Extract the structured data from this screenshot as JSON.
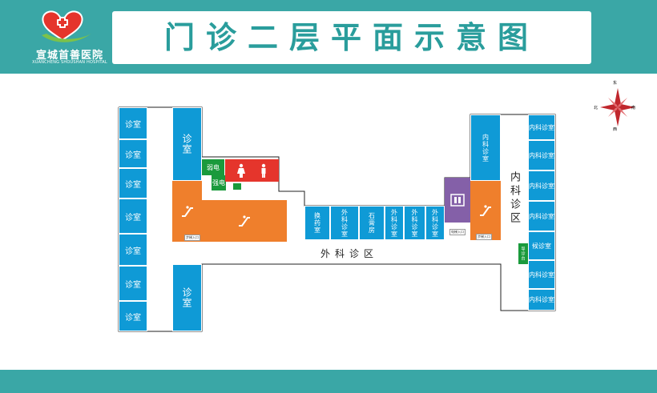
{
  "header": {
    "title": "门诊二层平面示意图",
    "logo_name": "宣城首善医院",
    "logo_sub": "XUANCHENG SHOUSHAN HOSPITAL"
  },
  "compass": {
    "n": "东",
    "w": "北",
    "e": "南",
    "s": "西"
  },
  "rooms": {
    "left_col": [
      "诊室",
      "诊室",
      "诊室",
      "诊室",
      "诊室",
      "诊室",
      "诊室"
    ],
    "left_big_top": "诊室",
    "left_big_bottom": "诊室",
    "weak_power": "弱电",
    "strong_power": "强电",
    "stairs_entrance_left": "步梯入口",
    "center_rooms": [
      "换药室",
      "外科诊室",
      "石膏房",
      "外科诊室",
      "外科诊室",
      "外科诊室"
    ],
    "elevator_entrance": "电梯入口",
    "stairs_entrance_right": "步梯入口",
    "right_internal_tall": "内科诊室",
    "right_col": [
      "内科诊室",
      "内科诊室",
      "内科诊室",
      "内科诊室",
      "候诊室",
      "内科诊室",
      "内科诊室"
    ],
    "waiting_desk": "导诊台"
  },
  "labels": {
    "surgery_zone": "外科诊区",
    "internal_zone": "内科诊区"
  },
  "colors": {
    "teal": "#3aa7a6",
    "room_blue": "#0f9ad6",
    "orange": "#ef7f2c",
    "red": "#e5352c",
    "green": "#1a9a3c",
    "purple": "#8460a8"
  }
}
